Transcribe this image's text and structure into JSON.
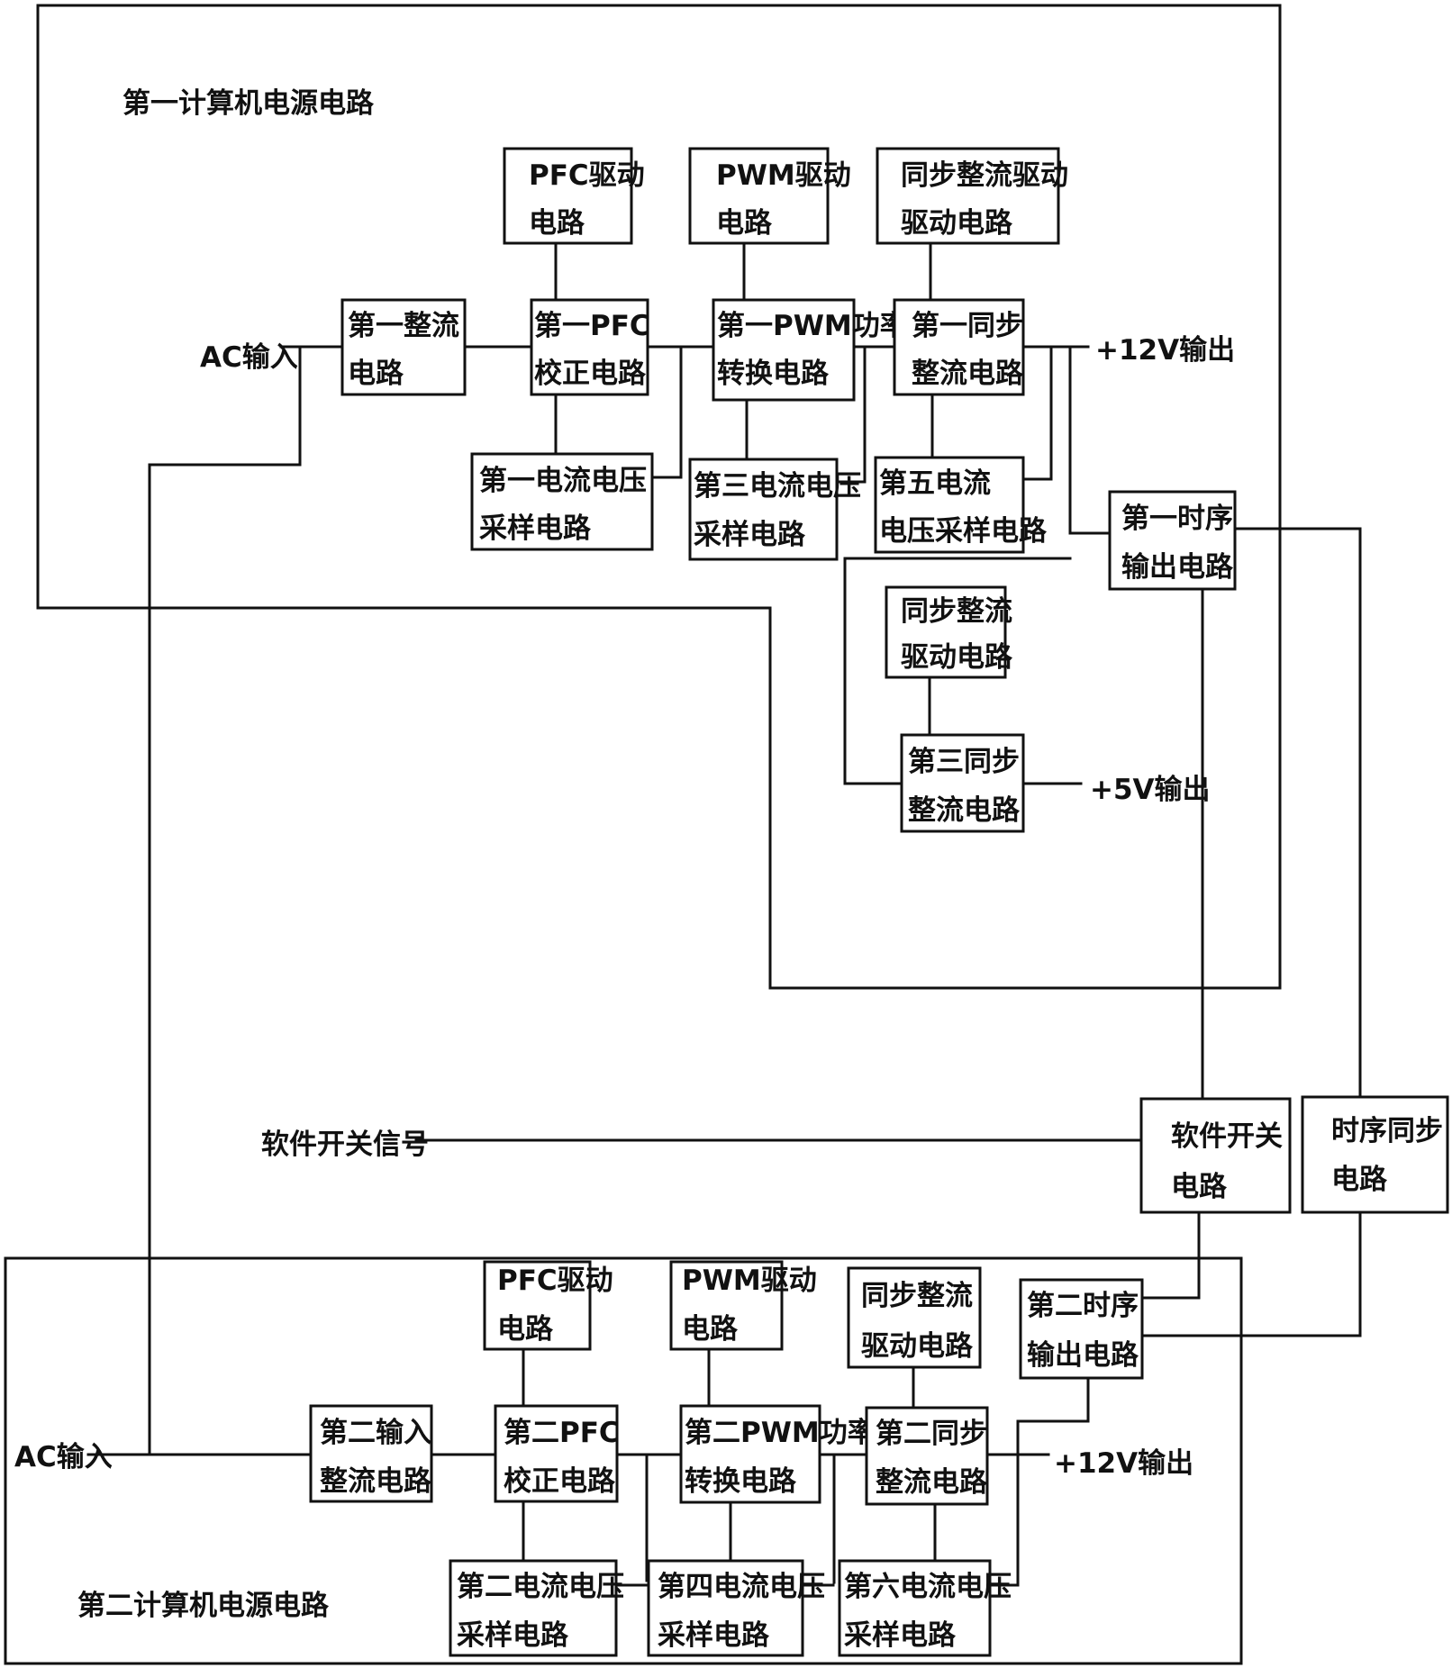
{
  "colors": {
    "ink": "#111111",
    "background": "#ffffff"
  },
  "diagram": {
    "first_group_label": "第一计算机电源电路",
    "second_group_label": "第二计算机电源电路",
    "labels": {
      "ac_in_1": "AC输入",
      "ac_in_2": "AC输入",
      "out_12v_1": "+12V输出",
      "out_5v": "+5V输出",
      "out_12v_2": "+12V输出",
      "soft_switch_signal": "软件开关信号"
    },
    "blocks": {
      "pfc_drive_1": [
        "PFC驱动",
        "电路"
      ],
      "pwm_drive_1": [
        "PWM驱动",
        "电路"
      ],
      "sync_rect_drive_1": [
        "同步整流驱动",
        "驱动电路"
      ],
      "rectifier_1": [
        "第一整流",
        "电路"
      ],
      "pfc_1": [
        "第一PFC",
        "校正电路"
      ],
      "pwm_power_1": [
        "第一PWM功率",
        "转换电路"
      ],
      "sync_rect_1": [
        "第一同步",
        "整流电路"
      ],
      "sample_1": [
        "第一电流电压",
        "采样电路"
      ],
      "sample_3": [
        "第三电流电压",
        "采样电路"
      ],
      "sample_5": [
        "第五电流",
        "电压采样电路"
      ],
      "timing_out_1": [
        "第一时序",
        "输出电路"
      ],
      "sync_rect_drive_5v": [
        "同步整流",
        "驱动电路"
      ],
      "sync_rect_3": [
        "第三同步",
        "整流电路"
      ],
      "soft_switch": [
        "软件开关",
        "电路"
      ],
      "timing_sync": [
        "时序同步",
        "电路"
      ],
      "pfc_drive_2": [
        "PFC驱动",
        "电路"
      ],
      "pwm_drive_2": [
        "PWM驱动",
        "电路"
      ],
      "sync_rect_drive_2": [
        "同步整流",
        "驱动电路"
      ],
      "timing_out_2": [
        "第二时序",
        "输出电路"
      ],
      "rectifier_2": [
        "第二输入",
        "整流电路"
      ],
      "pfc_2": [
        "第二PFC",
        "校正电路"
      ],
      "pwm_power_2": [
        "第二PWM功率",
        "转换电路"
      ],
      "sync_rect_2": [
        "第二同步",
        "整流电路"
      ],
      "sample_2": [
        "第二电流电压",
        "采样电路"
      ],
      "sample_4": [
        "第四电流电压",
        "采样电路"
      ],
      "sample_6": [
        "第六电流电压",
        "采样电路"
      ]
    }
  }
}
